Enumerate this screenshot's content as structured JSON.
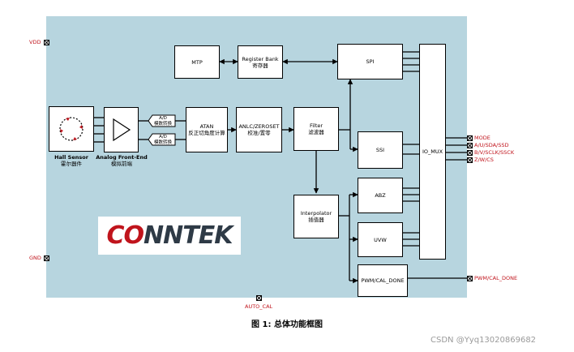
{
  "blocks": {
    "mtp": {
      "line1": "MTP"
    },
    "register_bank": {
      "line1": "Register Bank",
      "line2": "寄存器"
    },
    "spi": {
      "line1": "SPI"
    },
    "hall_sensor": {
      "line1": "Hall Sensor",
      "line2": "霍尔器件"
    },
    "analog_front_end": {
      "line1": "Analog Front-End",
      "line2": "模拟前端"
    },
    "ad1": {
      "line1": "A/D",
      "line2": "模数转换"
    },
    "ad2": {
      "line1": "A/D",
      "line2": "模数转换"
    },
    "atan": {
      "line1": "ATAN",
      "line2": "反正切角度计算"
    },
    "anlc": {
      "line1": "ANLC/ZEROSET",
      "line2": "校准/置零"
    },
    "filter": {
      "line1": "Filter",
      "line2": "滤波器"
    },
    "ssi": {
      "line1": "SSI"
    },
    "io_mux": {
      "line1": "IO_MUX"
    },
    "abz": {
      "line1": "ABZ"
    },
    "interpolator": {
      "line1": "Interpolator",
      "line2": "插值器"
    },
    "uvw": {
      "line1": "UVW"
    },
    "pwm": {
      "line1": "PWM/CAL_DONE"
    }
  },
  "pins": {
    "vdd": "VDD",
    "gnd": "GND",
    "auto_cal": "AUTO_CAL",
    "mode": "MODE",
    "a_u_sda_ssd": "A/U/SDA/SSD",
    "b_v_sclk_ssck": "B/V/SCLK/SSCK",
    "z_w_cs": "Z/W/CS",
    "pwm_cal_done": "PWM/CAL_DONE"
  },
  "logo": {
    "part1": "CO",
    "part2": "NNTEK"
  },
  "caption": "图 1: 总体功能框图",
  "watermark": "CSDN @Yyq13020869682",
  "colors": {
    "chip_fill": "#b7d5df",
    "pin_label": "#c0141c",
    "logo_red": "#c0141c",
    "logo_dark": "#2e3a46"
  }
}
